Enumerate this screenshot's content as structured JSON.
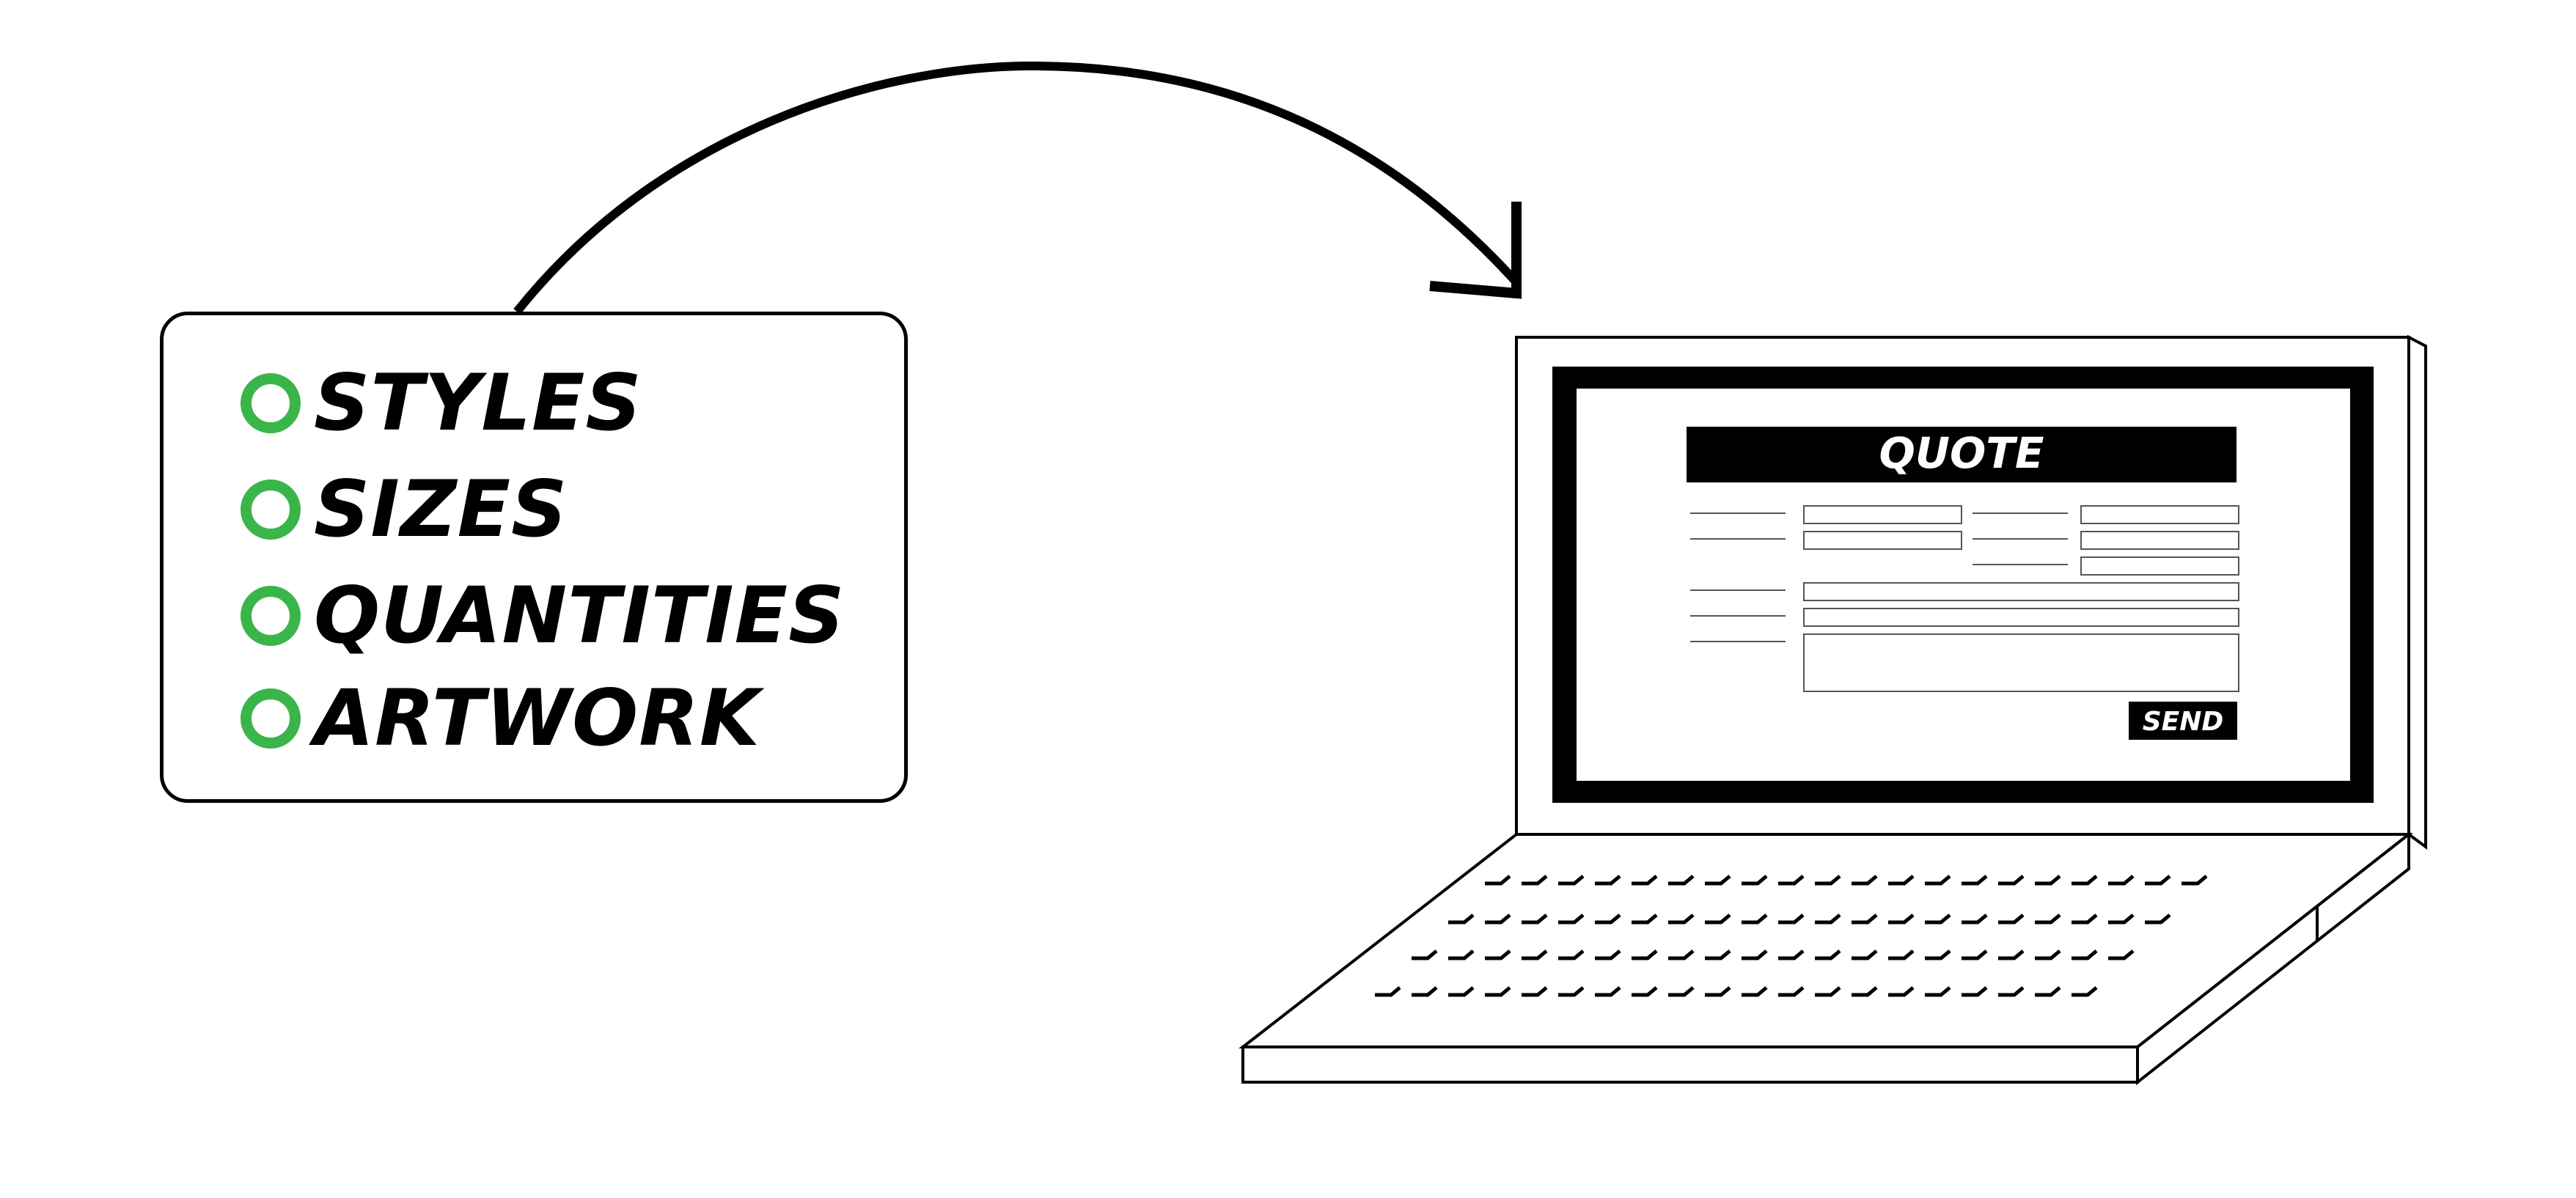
{
  "checklist": {
    "items": [
      {
        "label": "STYLES"
      },
      {
        "label": "SIZES"
      },
      {
        "label": "QUANTITIES"
      },
      {
        "label": "ARTWORK"
      }
    ],
    "check_color": "#3ab54a"
  },
  "laptop": {
    "form": {
      "title": "QUOTE",
      "send_label": "SEND"
    }
  }
}
